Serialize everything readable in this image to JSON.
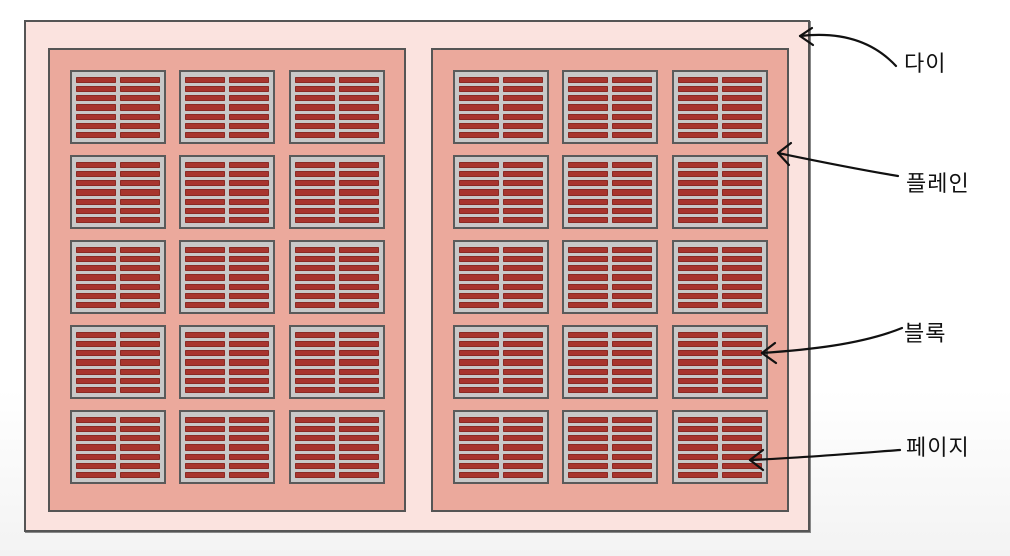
{
  "labels": {
    "die": "다이",
    "plane": "플레인",
    "block": "블록",
    "page": "페이지"
  },
  "structure": {
    "planes": 2,
    "block_rows": 5,
    "block_cols": 3,
    "page_rows_per_column": 7,
    "page_columns_per_block": 2
  },
  "colors": {
    "die_fill": "#fbe3df",
    "plane_fill": "#eba99c",
    "block_fill": "#c8c8c8",
    "page_fill": "#a8352e",
    "outline": "#555555"
  }
}
